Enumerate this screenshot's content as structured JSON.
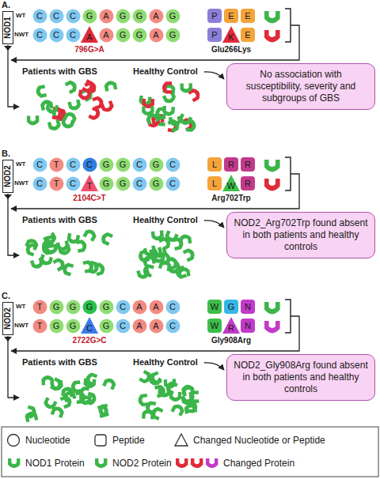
{
  "diagram": {
    "nodes": [
      {
        "text": [
          "NOD1"
        ]
      },
      {
        "text": [
          "C"
        ]
      },
      {
        "text": [
          "C"
        ]
      },
      {
        "text": [
          "C"
        ]
      },
      {
        "text": [
          "G"
        ]
      },
      {
        "text": [
          "A"
        ]
      },
      {
        "text": [
          "G"
        ]
      },
      {
        "text": [
          "G"
        ]
      },
      {
        "text": [
          "A"
        ]
      },
      {
        "text": [
          "G"
        ]
      },
      {
        "text": [
          "P"
        ]
      },
      {
        "text": [
          "E"
        ]
      },
      {
        "text": [
          "E"
        ]
      },
      {
        "text": [
          "C"
        ]
      },
      {
        "text": [
          "C"
        ]
      },
      {
        "text": [
          "C"
        ]
      },
      {
        "text": [
          "A"
        ]
      },
      {
        "text": [
          "A"
        ]
      },
      {
        "text": [
          "G"
        ]
      },
      {
        "text": [
          "G"
        ]
      },
      {
        "text": [
          "A"
        ]
      },
      {
        "text": [
          "G"
        ]
      },
      {
        "text": [
          "P"
        ]
      },
      {
        "text": [
          "K"
        ]
      },
      {
        "text": [
          "E"
        ]
      },
      {
        "text": [
          "No association with susceptibility, severity and subgroups of GBS"
        ]
      },
      {
        "text": [
          "NOD2"
        ]
      },
      {
        "text": [
          "C"
        ]
      },
      {
        "text": [
          "T"
        ]
      },
      {
        "text": [
          "C"
        ]
      },
      {
        "text": [
          "C"
        ]
      },
      {
        "text": [
          "G"
        ]
      },
      {
        "text": [
          "G"
        ]
      },
      {
        "text": [
          "C"
        ]
      },
      {
        "text": [
          "G"
        ]
      },
      {
        "text": [
          "C"
        ]
      },
      {
        "text": [
          "L"
        ]
      },
      {
        "text": [
          "R"
        ]
      },
      {
        "text": [
          "R"
        ]
      },
      {
        "text": [
          "C"
        ]
      },
      {
        "text": [
          "T"
        ]
      },
      {
        "text": [
          "C"
        ]
      },
      {
        "text": [
          "T"
        ]
      },
      {
        "text": [
          "G"
        ]
      },
      {
        "text": [
          "G"
        ]
      },
      {
        "text": [
          "C"
        ]
      },
      {
        "text": [
          "G"
        ]
      },
      {
        "text": [
          "C"
        ]
      },
      {
        "text": [
          "L"
        ]
      },
      {
        "text": [
          "W"
        ]
      },
      {
        "text": [
          "R"
        ]
      },
      {
        "text": [
          "NOD2_Arg702Trp found absent in both patients and healthy controls"
        ]
      },
      {
        "text": [
          "NOD2"
        ]
      },
      {
        "text": [
          "T"
        ]
      },
      {
        "text": [
          "G"
        ]
      },
      {
        "text": [
          "G"
        ]
      },
      {
        "text": [
          "G"
        ]
      },
      {
        "text": [
          "G"
        ]
      },
      {
        "text": [
          "C"
        ]
      },
      {
        "text": [
          "A"
        ]
      },
      {
        "text": [
          "A"
        ]
      },
      {
        "text": [
          "C"
        ]
      },
      {
        "text": [
          "W"
        ]
      },
      {
        "text": [
          "G"
        ]
      },
      {
        "text": [
          "N"
        ]
      },
      {
        "text": [
          "T"
        ]
      },
      {
        "text": [
          "G"
        ]
      },
      {
        "text": [
          "G"
        ]
      },
      {
        "text": [
          "C"
        ]
      },
      {
        "text": [
          "G"
        ]
      },
      {
        "text": [
          "C"
        ]
      },
      {
        "text": [
          "A"
        ]
      },
      {
        "text": [
          "A"
        ]
      },
      {
        "text": [
          "C"
        ]
      },
      {
        "text": [
          "W"
        ]
      },
      {
        "text": [
          "R"
        ]
      },
      {
        "text": [
          "N"
        ]
      },
      {
        "text": [
          "NOD2_Gly908Arg found absent in both patients and healthy controls"
        ]
      }
    ],
    "labels": [
      "A.",
      "WT",
      "NWT",
      "796G>A",
      "Glu266Lys",
      "Patients with GBS",
      "Healthy Control",
      "B.",
      "WT",
      "NWT",
      "2104C>T",
      "Arg702Trp",
      "Patients with GBS",
      "Healthy Control",
      "C.",
      "WT",
      "NWT",
      "2722G>C",
      "Gly908Arg",
      "Patients with GBS",
      "Healthy Control"
    ],
    "legend": [
      {
        "text": "Nucleotide"
      },
      {
        "text": "Peptide"
      },
      {
        "text": "Changed Nucleotide or Peptide"
      },
      {
        "text": "NOD1 Protein"
      },
      {
        "text": "NOD2 Protein"
      },
      {
        "text": "Changed Protein"
      }
    ]
  }
}
